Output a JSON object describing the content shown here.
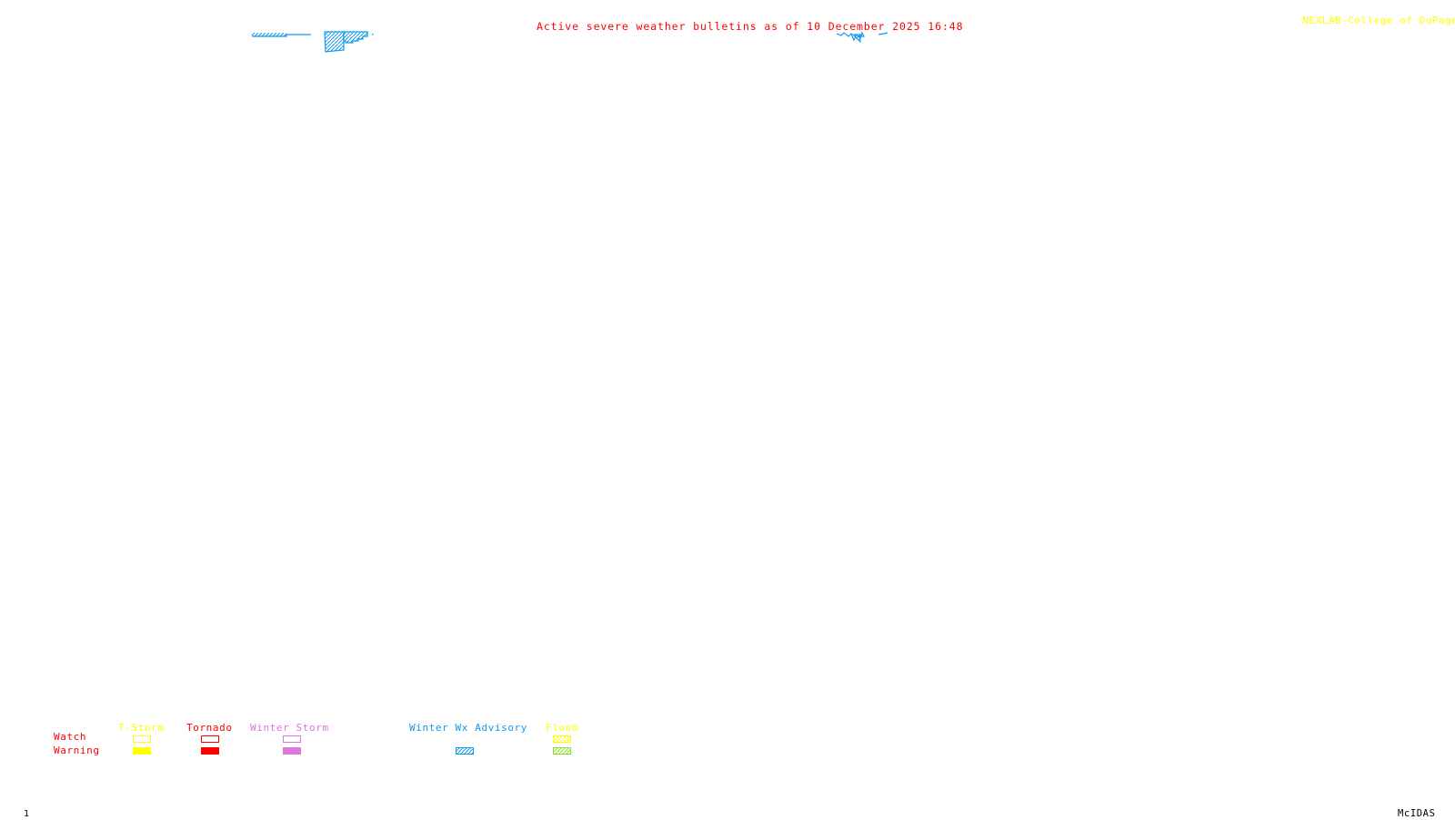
{
  "header": {
    "title": "Active severe weather bulletins as of 10 December 2025 16:48",
    "credit": "NEXLAB-College of DuPage",
    "credit_icon": "corner-logo-icon"
  },
  "legend": {
    "row_labels": {
      "watch": "Watch",
      "warning": "Warning"
    },
    "columns": [
      {
        "label": "T-Storm",
        "color": "#ffff00",
        "watch": "outline",
        "warning": "filled"
      },
      {
        "label": "Tornado",
        "color": "#ff0000",
        "watch": "outline",
        "warning": "filled"
      },
      {
        "label": "Winter Storm",
        "color": "#dd77dd",
        "watch": "outline",
        "warning": "filled"
      },
      {
        "label": "Winter Wx Advisory",
        "color": "#1199ee",
        "watch": null,
        "warning": "hatched"
      },
      {
        "label": "Flood",
        "color": "#ffff00",
        "watch": "hatched",
        "warning": "hatched",
        "warning_color": "#88dd22"
      }
    ]
  },
  "map": {
    "advisory_color": "#1199ee",
    "bulletin_areas": [
      "winter-wx-advisory-area-west",
      "winter-wx-advisory-area-central",
      "winter-wx-advisory-area-east"
    ]
  },
  "footer": {
    "frame_number": "1",
    "software": "McIDAS"
  }
}
